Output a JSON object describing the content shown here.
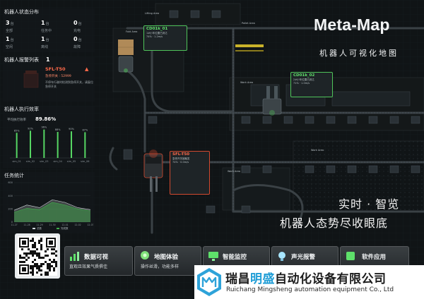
{
  "header": {
    "title": "Meta-Map",
    "subtitle": "机器人可视化地图",
    "slogan_line1": "实时 · 智览",
    "slogan_line2": "机器人态势尽收眼底"
  },
  "status_panel": {
    "title": "机器人状态分布",
    "stats": [
      {
        "value": "3",
        "unit": "台",
        "label": "全部"
      },
      {
        "value": "1",
        "unit": "台",
        "label": "任务中"
      },
      {
        "value": "0",
        "unit": "台",
        "label": "充电"
      },
      {
        "value": "1",
        "unit": "台",
        "label": "空闲"
      },
      {
        "value": "1",
        "unit": "台",
        "label": "离线"
      },
      {
        "value": "0",
        "unit": "台",
        "label": "故障"
      }
    ]
  },
  "alarm_panel": {
    "title": "机器人报警列表",
    "count": "1",
    "robot": "SFL-T50",
    "alarm_title": "急停开关 : 52999",
    "alarm_desc": "不停车行驶时检测到急停开关，请复位急停开关"
  },
  "efficiency_panel": {
    "title": "机器人执行效率",
    "label": "平均执行效率",
    "value": "89.86%",
    "bars": [
      {
        "label": "sim_01",
        "pct": "85%",
        "value": 0.85
      },
      {
        "label": "sim_02",
        "pct": "92%",
        "value": 0.92
      },
      {
        "label": "sim_03",
        "pct": "96%",
        "value": 0.96
      },
      {
        "label": "sim_04",
        "pct": "88%",
        "value": 0.88
      },
      {
        "label": "sim_05",
        "pct": "90%",
        "value": 0.9
      },
      {
        "label": "sim_06",
        "pct": "87%",
        "value": 0.87
      }
    ]
  },
  "task_panel": {
    "title": "任务统计",
    "y_ticks": [
      "600",
      "400",
      "200",
      "0"
    ],
    "x_ticks": [
      "11-27",
      "11-28",
      "11-29",
      "11-30",
      "12-01",
      "12-02",
      "12-03"
    ],
    "legend": [
      "总数",
      "完成数"
    ]
  },
  "chart_data": {
    "type": "area",
    "title": "任务统计",
    "categories": [
      "11-27",
      "11-28",
      "11-29",
      "11-30",
      "12-01",
      "12-02",
      "12-03"
    ],
    "ylim": [
      0,
      600
    ],
    "series": [
      {
        "name": "总数",
        "values": [
          180,
          260,
          220,
          340,
          300,
          220,
          190
        ]
      },
      {
        "name": "完成数",
        "values": [
          150,
          210,
          190,
          300,
          260,
          200,
          170
        ]
      }
    ]
  },
  "map": {
    "areas": [
      "Fold Area",
      "Lifting Area",
      "Work Area",
      "Work Area",
      "Work Area",
      "Pallet Area"
    ],
    "cards": [
      {
        "id": "CD01k_01",
        "line1": "1#小车位置已到达",
        "line2": "74%",
        "line3": "1.2m/s"
      },
      {
        "id": "CD01k_02",
        "line1": "2#小车位置已到达",
        "line2": "71%",
        "line3": "1.0m/s"
      },
      {
        "id": "SFL-T50",
        "line1": "急停开关被触发",
        "line2": "74%",
        "line3": "0.0m/s"
      }
    ]
  },
  "features": [
    {
      "label": "数据可视",
      "desc": "直观且效果气质俱佳"
    },
    {
      "label": "地图体验",
      "desc": "操作丝滑，功能多样"
    },
    {
      "label": "智能监控",
      "desc": ""
    },
    {
      "label": "声光报警",
      "desc": ""
    },
    {
      "label": "软件应用",
      "desc": ""
    }
  ],
  "company": {
    "name_part1": "瑞昌",
    "name_highlight": "明盛",
    "name_part2": "自动化设备有限公司",
    "english": "Ruichang Mingsheng automation equipment Co., Ltd"
  },
  "colors": {
    "accent_green": "#4fc45a",
    "alarm_red": "#d2492f",
    "highlight_blue": "#1f9dd6"
  }
}
